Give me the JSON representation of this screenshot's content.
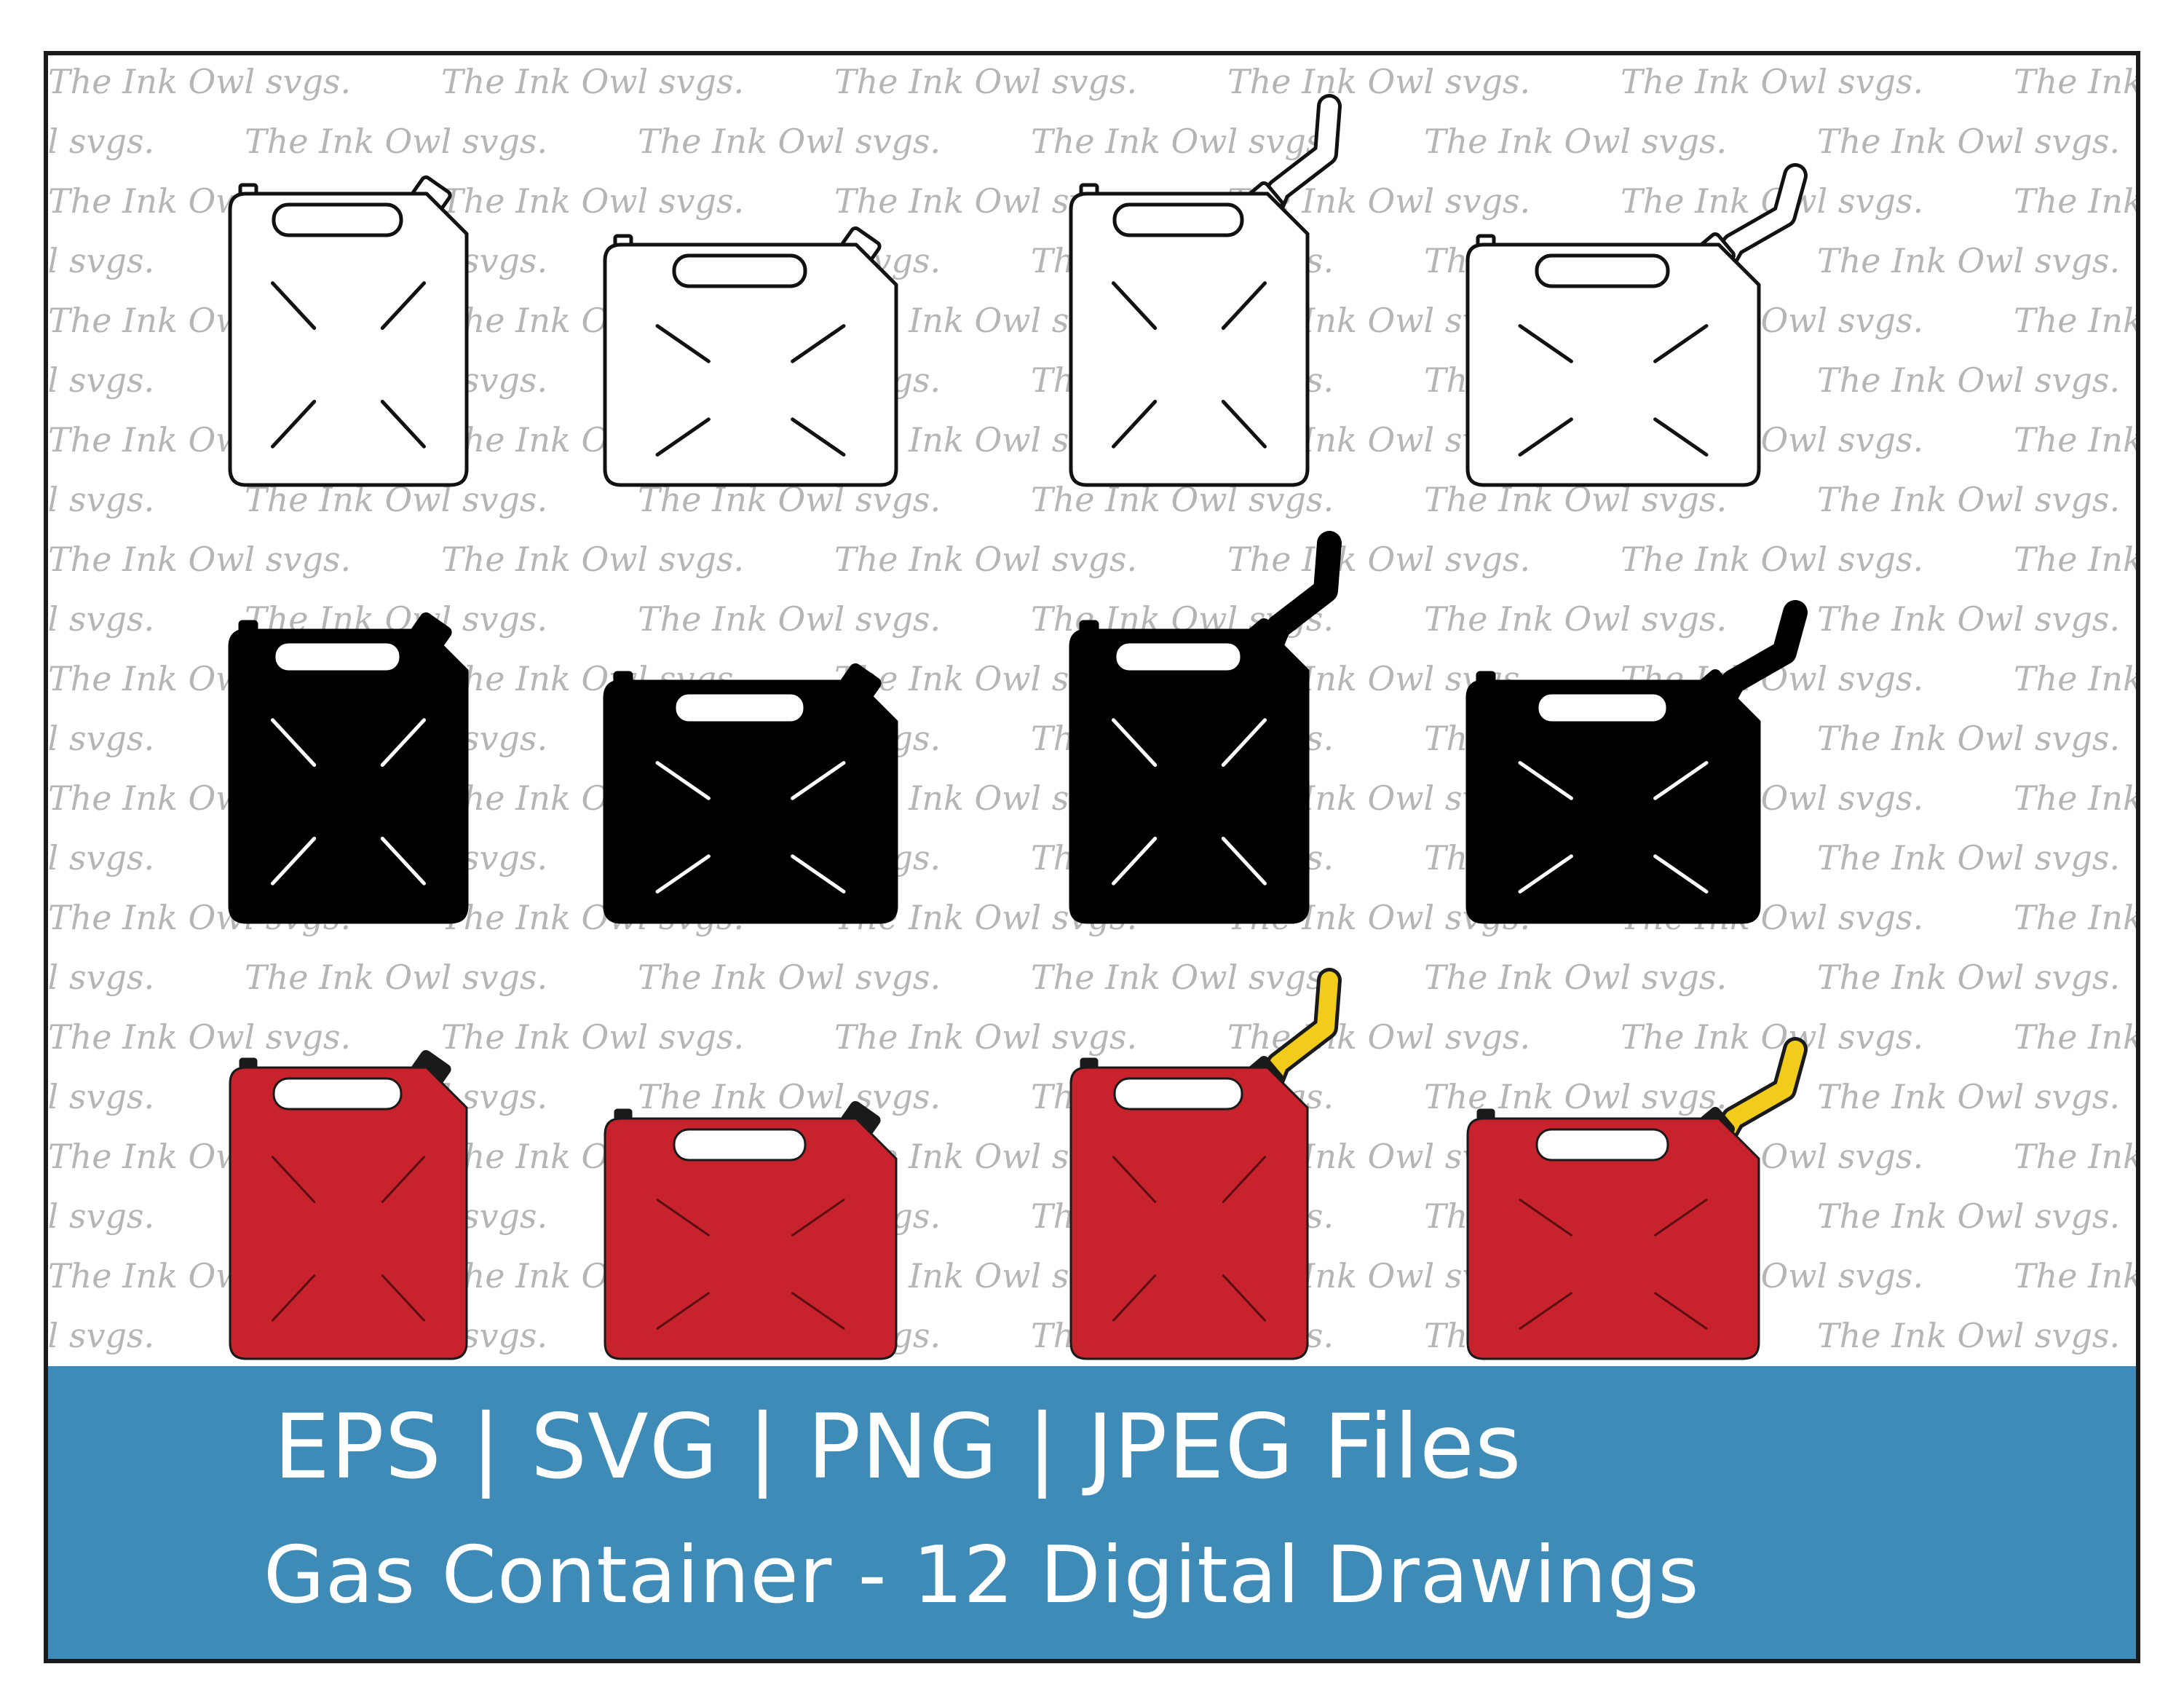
{
  "watermark_text": "The Ink Owl svgs.",
  "banner": {
    "formats_line": "EPS | SVG | PNG | JPEG Files",
    "title_line": "Gas Container - 12 Digital Drawings"
  },
  "colors": {
    "background": "#ffffff",
    "frame": "#1a1a1a",
    "banner": "#3e8bb7",
    "banner_text": "#ffffff",
    "outline_style": "#111111",
    "silhouette_style": "#000000",
    "color_body": "#c8232c",
    "color_spout": "#f2cc1b",
    "color_cap": "#1a1a1a"
  },
  "gallery": {
    "rows": [
      {
        "style": "outline",
        "variants": [
          "tall-no-spout",
          "wide-no-spout",
          "tall-with-spout",
          "wide-with-spout"
        ]
      },
      {
        "style": "silhouette",
        "variants": [
          "tall-no-spout",
          "wide-no-spout",
          "tall-with-spout",
          "wide-with-spout"
        ]
      },
      {
        "style": "color",
        "variants": [
          "tall-no-spout",
          "wide-no-spout",
          "tall-with-spout",
          "wide-with-spout"
        ]
      }
    ]
  }
}
